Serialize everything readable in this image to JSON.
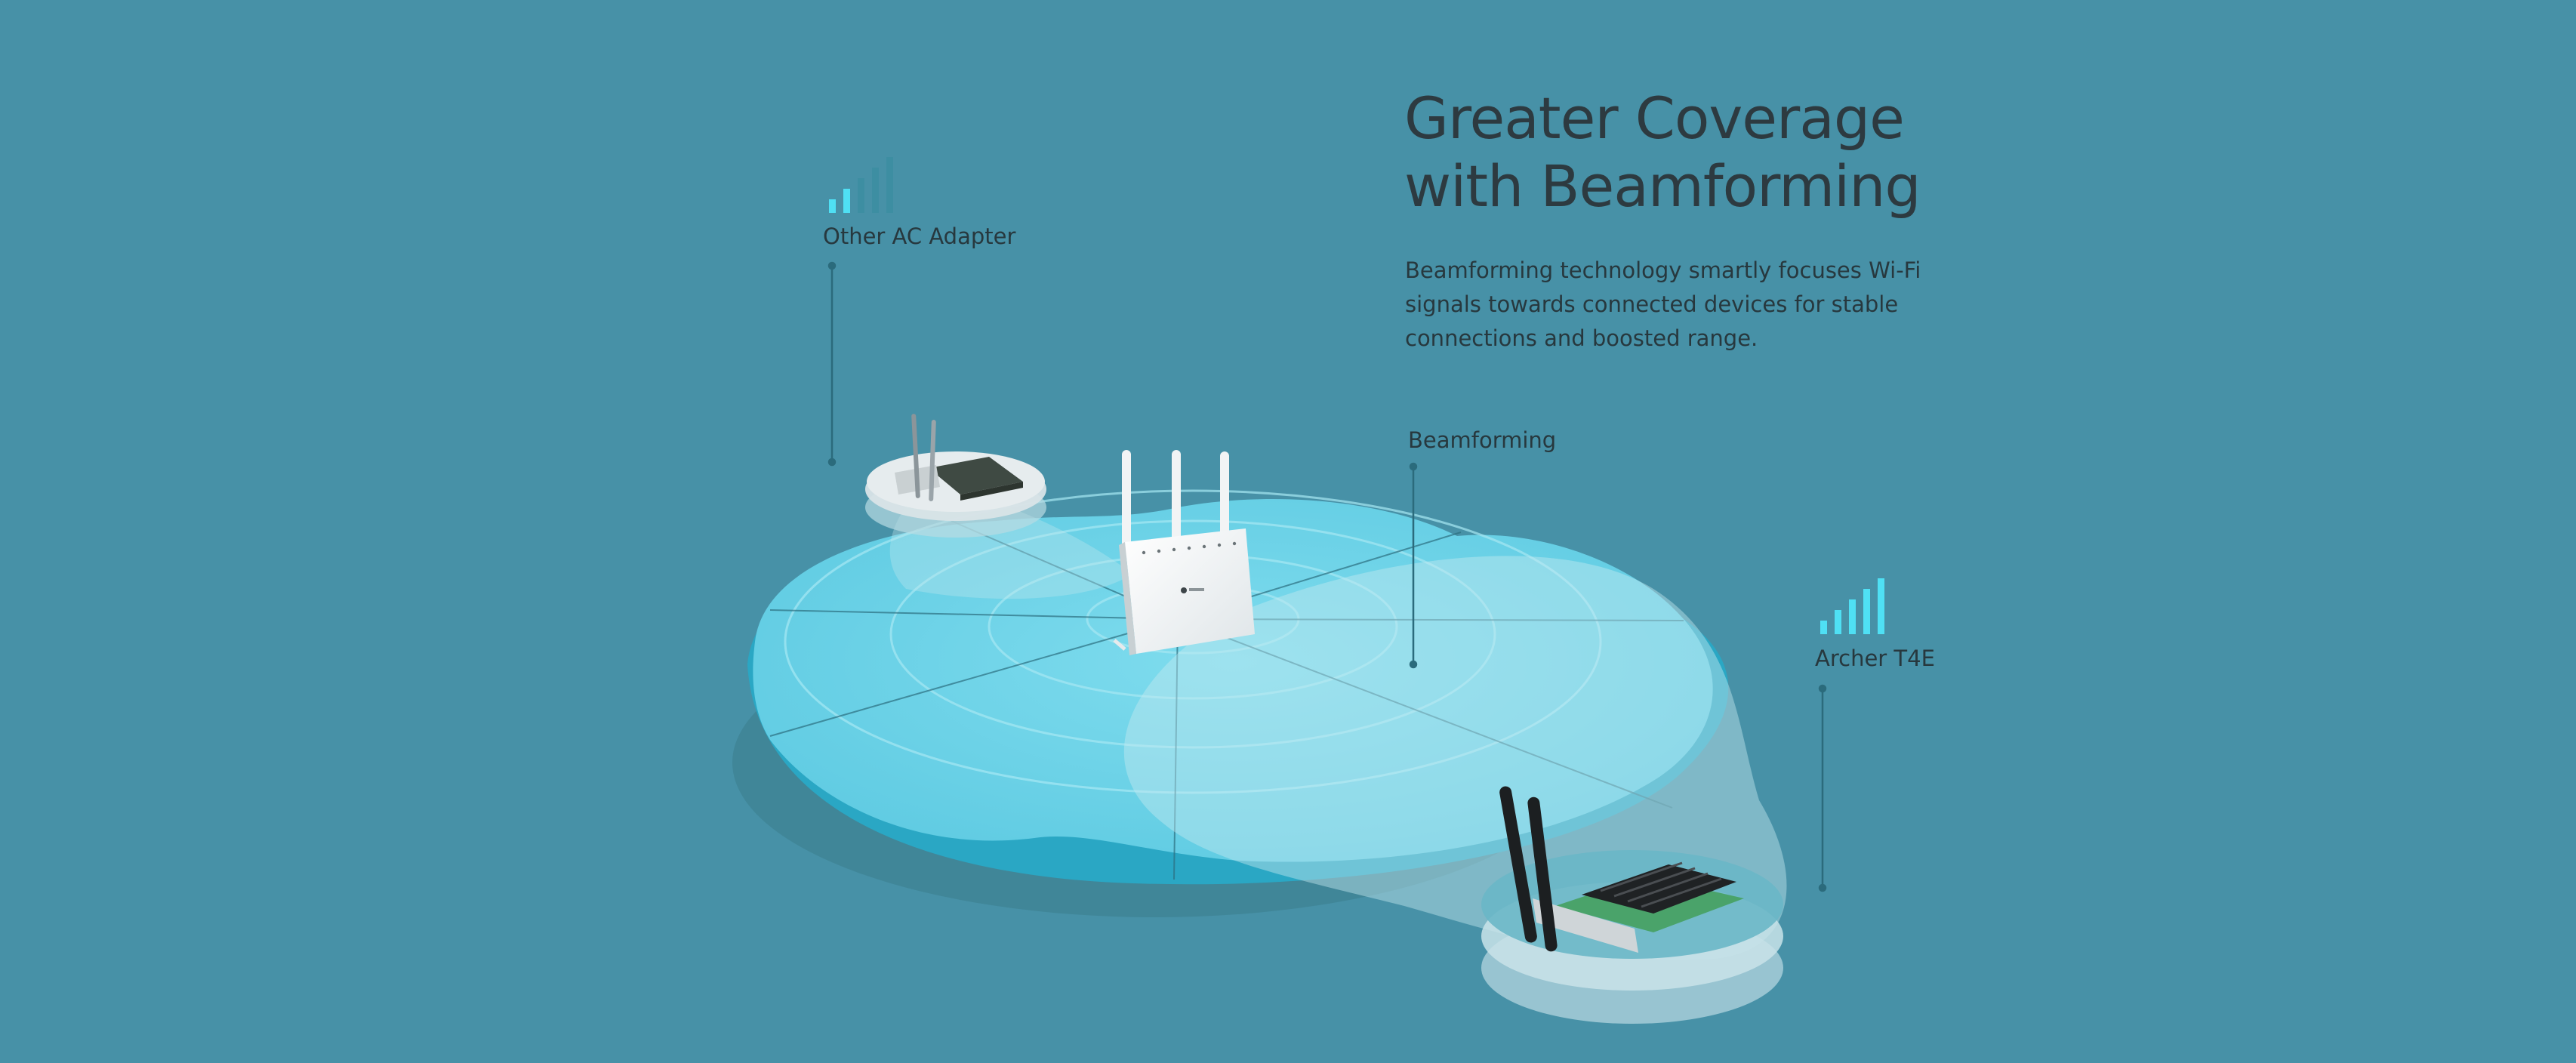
{
  "heading": {
    "line1": "Greater Coverage",
    "line2": "with Beamforming"
  },
  "description": "Beamforming technology smartly focuses Wi-Fi signals towards connected devices for stable connections and boosted range.",
  "labels": {
    "other_adapter": "Other AC Adapter",
    "beamforming": "Beamforming",
    "archer_t4e": "Archer T4E"
  },
  "signal": {
    "other_adapter_bars_lit": 2,
    "archer_t4e_bars_lit": 5,
    "bars_total": 5
  },
  "colors": {
    "background": "#4791a7",
    "coverage": "#6fd6ea",
    "signal_active": "#4fe0f4",
    "text": "#2d3a40"
  }
}
